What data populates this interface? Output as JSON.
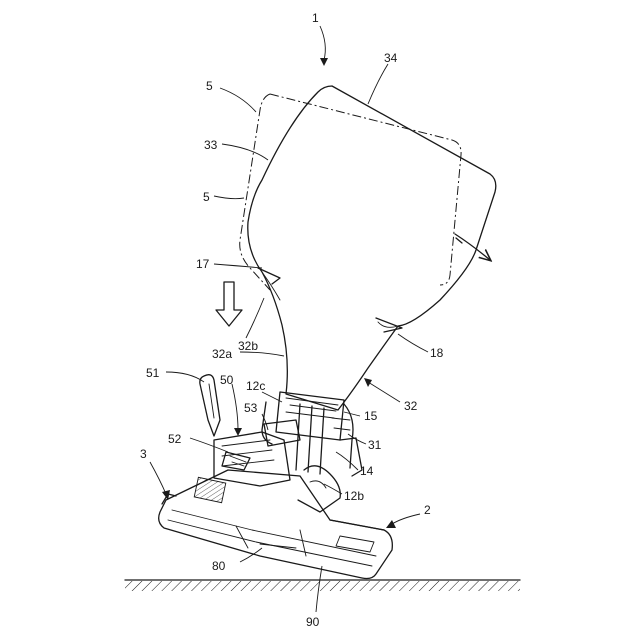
{
  "labels": {
    "l1": "1",
    "l34": "34",
    "l5a": "5",
    "l33": "33",
    "l5b": "5",
    "l17": "17",
    "l32b": "32b",
    "l32a": "32a",
    "l18": "18",
    "l51": "51",
    "l50": "50",
    "l12c": "12c",
    "l53": "53",
    "l15": "15",
    "l32": "32",
    "l52": "52",
    "l31": "31",
    "l3": "3",
    "l14": "14",
    "l12b": "12b",
    "l2": "2",
    "l80": "80",
    "l90": "90"
  }
}
